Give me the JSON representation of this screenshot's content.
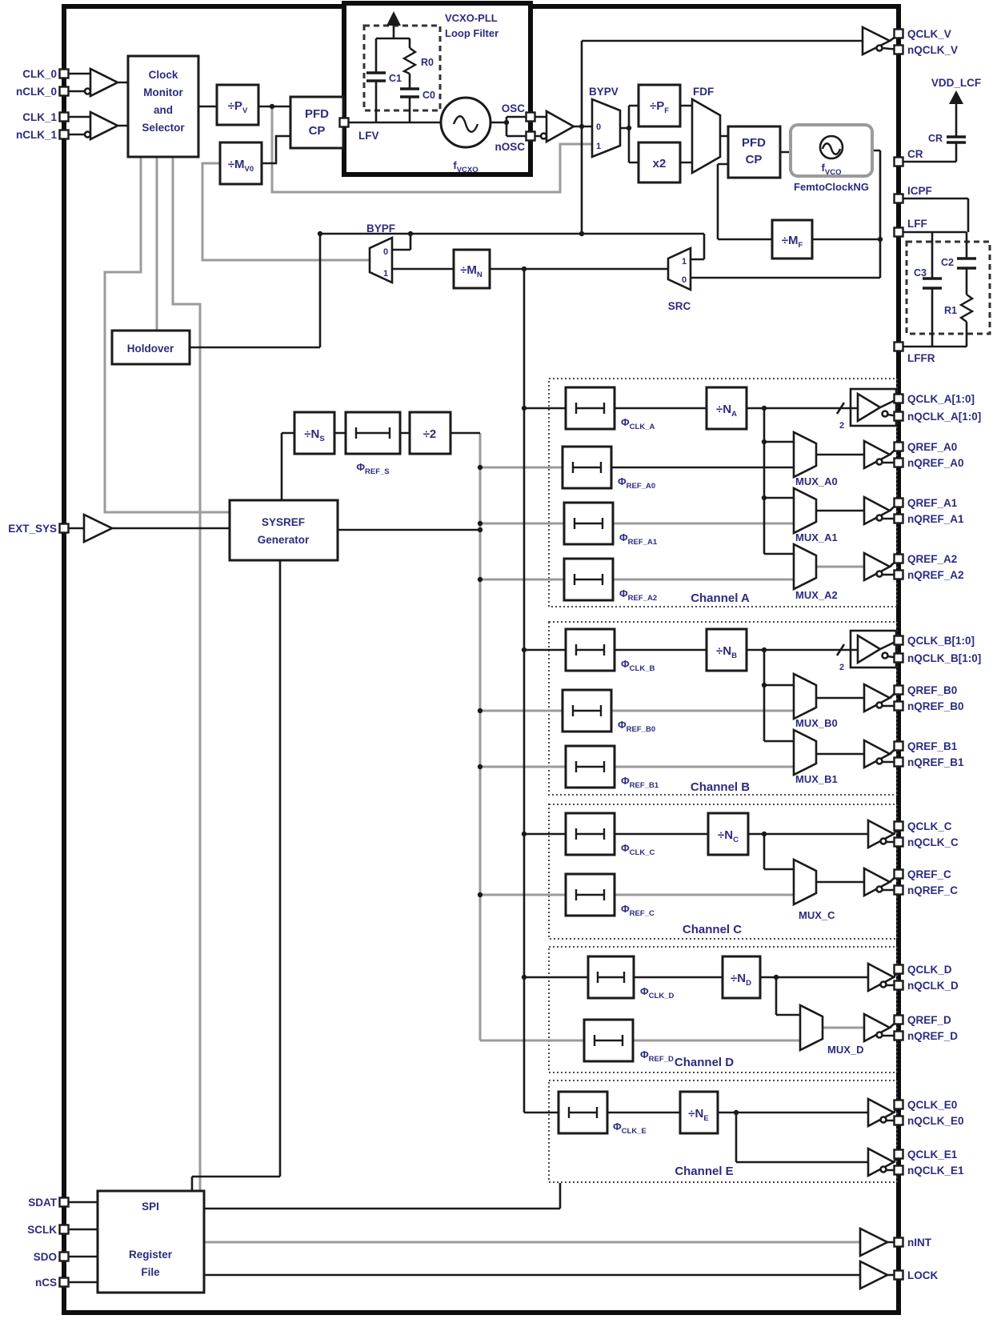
{
  "colors": {
    "text": "#2b2b80",
    "wire": "#1a1a1a",
    "wire_gray": "#9b9b9b",
    "border": "#0d0d0d"
  },
  "pins": {
    "left": [
      "CLK_0",
      "nCLK_0",
      "CLK_1",
      "nCLK_1",
      "EXT_SYS",
      "SDAT",
      "SCLK",
      "SDO",
      "nCS"
    ],
    "right": [
      "QCLK_V",
      "nQCLK_V",
      "CR",
      "ICPF",
      "LFF",
      "LFFR",
      "QCLK_A[1:0]",
      "nQCLK_A[1:0]",
      "QREF_A0",
      "nQREF_A0",
      "QREF_A1",
      "nQREF_A1",
      "QREF_A2",
      "nQREF_A2",
      "QCLK_B[1:0]",
      "nQCLK_B[1:0]",
      "QREF_B0",
      "nQREF_B0",
      "QREF_B1",
      "nQREF_B1",
      "QCLK_C",
      "nQCLK_C",
      "QREF_C",
      "nQREF_C",
      "QCLK_D",
      "nQCLK_D",
      "QREF_D",
      "nQREF_D",
      "QCLK_E0",
      "nQCLK_E0",
      "QCLK_E1",
      "nQCLK_E1",
      "nINT",
      "LOCK"
    ],
    "vcxo": [
      "LFV",
      "OSC",
      "nOSC"
    ]
  },
  "power": {
    "vdd": "VDD_LCF",
    "cap": "CR"
  },
  "vcxo_filter": {
    "title": [
      "VCXO-PLL",
      "Loop Filter"
    ],
    "c1": "C1",
    "r0": "R0",
    "c0": "C0"
  },
  "pll_filter": {
    "c3": "C3",
    "c2": "C2",
    "r1": "R1"
  },
  "blocks": {
    "clock_monitor": [
      "Clock",
      "Monitor",
      "and",
      "Selector"
    ],
    "div_pv": {
      "main": "÷P",
      "sub": "V"
    },
    "div_mv0": {
      "main": "÷M",
      "sub": "V0"
    },
    "pfd1": [
      "PFD",
      "CP"
    ],
    "fvcxo": {
      "main": "f",
      "sub": "VCXO"
    },
    "bypv": "BYPV",
    "div_pf": {
      "main": "÷P",
      "sub": "F"
    },
    "fdf": "FDF",
    "x2": "x2",
    "pfd2": [
      "PFD",
      "CP"
    ],
    "femtoclock": "FemtoClockNG",
    "fvco": {
      "main": "f",
      "sub": "VCO"
    },
    "div_mf": {
      "main": "÷M",
      "sub": "F"
    },
    "div_mn": {
      "main": "÷M",
      "sub": "N"
    },
    "bypf": "BYPF",
    "src": "SRC",
    "holdover": "Holdover",
    "div_ns": {
      "main": "÷N",
      "sub": "S"
    },
    "phi_ref_s": {
      "main": "Φ",
      "sub": "REF_S"
    },
    "div2": "÷2",
    "sysref": [
      "SYSREF",
      "Generator"
    ],
    "spi_title": "SPI",
    "spi_sub": [
      "Register",
      "File"
    ]
  },
  "ports": {
    "p0": "0",
    "p1": "1",
    "bus2": "2"
  },
  "channels": [
    {
      "title": "Channel A",
      "div": {
        "main": "÷N",
        "sub": "A"
      },
      "delays": [
        {
          "main": "Φ",
          "sub": "CLK_A"
        },
        {
          "main": "Φ",
          "sub": "REF_A0"
        },
        {
          "main": "Φ",
          "sub": "REF_A1"
        },
        {
          "main": "Φ",
          "sub": "REF_A2"
        }
      ],
      "muxes": [
        "MUX_A0",
        "MUX_A1",
        "MUX_A2"
      ]
    },
    {
      "title": "Channel B",
      "div": {
        "main": "÷N",
        "sub": "B"
      },
      "delays": [
        {
          "main": "Φ",
          "sub": "CLK_B"
        },
        {
          "main": "Φ",
          "sub": "REF_B0"
        },
        {
          "main": "Φ",
          "sub": "REF_B1"
        }
      ],
      "muxes": [
        "MUX_B0",
        "MUX_B1"
      ]
    },
    {
      "title": "Channel C",
      "div": {
        "main": "÷N",
        "sub": "C"
      },
      "delays": [
        {
          "main": "Φ",
          "sub": "CLK_C"
        },
        {
          "main": "Φ",
          "sub": "REF_C"
        }
      ],
      "muxes": [
        "MUX_C"
      ]
    },
    {
      "title": "Channel D",
      "div": {
        "main": "÷N",
        "sub": "D"
      },
      "delays": [
        {
          "main": "Φ",
          "sub": "CLK_D"
        },
        {
          "main": "Φ",
          "sub": "REF_D"
        }
      ],
      "muxes": [
        "MUX_D"
      ]
    },
    {
      "title": "Channel E",
      "div": {
        "main": "÷N",
        "sub": "E"
      },
      "delays": [
        {
          "main": "Φ",
          "sub": "CLK_E"
        }
      ],
      "muxes": []
    }
  ]
}
